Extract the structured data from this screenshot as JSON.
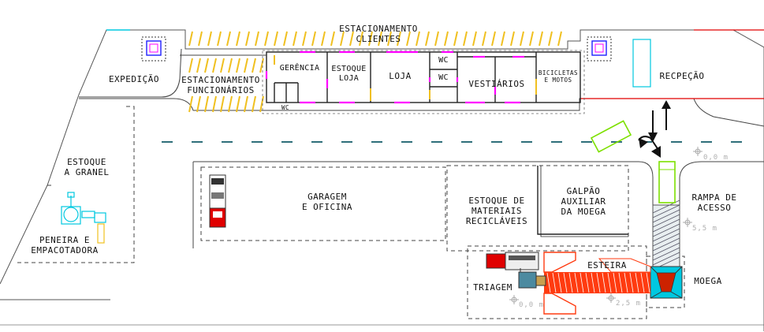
{
  "labels": {
    "estacionamento_clientes": "ESTACIONAMENTO\nCLIENTES",
    "expedicao": "EXPEDIÇÃO",
    "estacionamento_funcionarios": "ESTACIONAMENTO\nFUNCIONÁRIOS",
    "gerencia": "GERÊNCIA",
    "estoque_loja": "ESTOQUE\nLOJA",
    "loja": "LOJA",
    "wc_top": "WC",
    "wc_mid": "WC",
    "wc_gerencia": "WC",
    "vestiarios": "VESTIÁRIOS",
    "bicicletas_motos": "BICICLETAS\nE MOTOS",
    "recepcao": "RECPEÇÃO",
    "estoque_granel": "ESTOQUE\nA GRANEL",
    "peneira_empacotadora": "PENEIRA E\nEMPACOTADORA",
    "garagem_oficina": "GARAGEM\nE OFICINA",
    "estoque_materiais": "ESTOQUE DE\nMATERIAIS\nRECICLÁVEIS",
    "galpao_auxiliar": "GALPÃO\nAUXILIAR\nDA MOEGA",
    "rampa_acesso": "RAMPA DE\nACESSO",
    "esteira": "ESTEIRA",
    "triagem": "TRIAGEM",
    "moega": "MOEGA"
  },
  "levels": {
    "level_top": "0,0 m",
    "level_ramp": "5,5 m",
    "level_triagem": "0,0 m",
    "level_esteira": "2,5 m"
  },
  "colors": {
    "parking_stripe": "#f0c020",
    "door_magenta": "#ff00ff",
    "vehicle_green": "#7de000",
    "cyan": "#00c8e0",
    "conveyor_orange": "#ff3b10",
    "wall_red": "#e00000",
    "road_dash": "#2f6f7a"
  }
}
